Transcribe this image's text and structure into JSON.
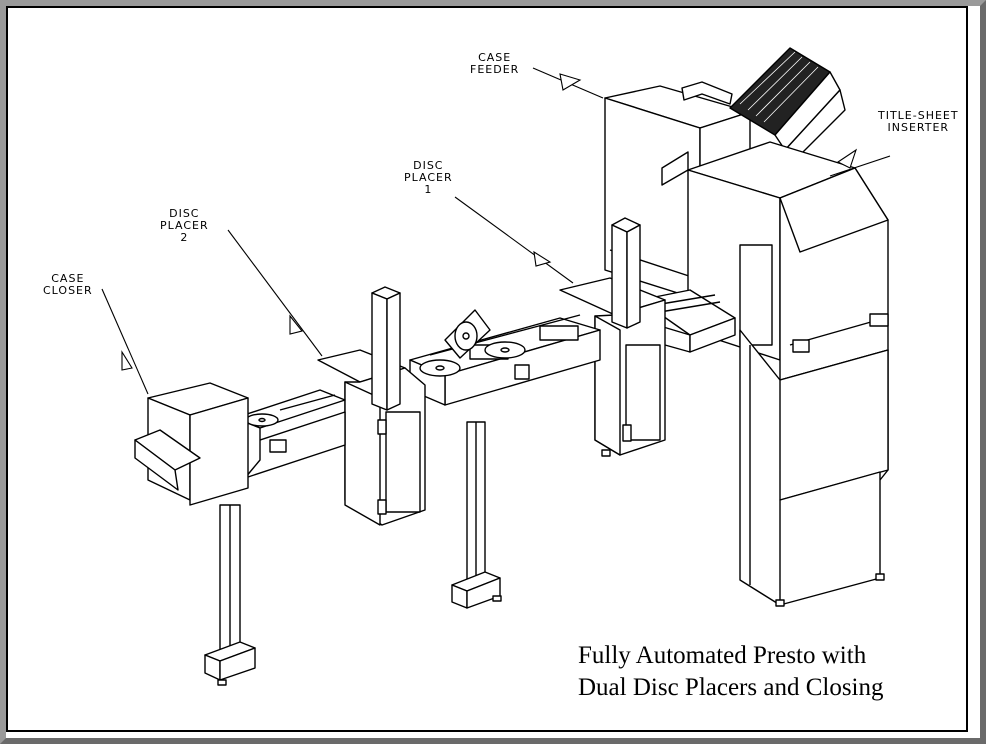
{
  "labels": {
    "case_feeder": [
      "CASE",
      "FEEDER"
    ],
    "title_sheet_inserter": [
      "TITLE-SHEET",
      "INSERTER"
    ],
    "disc_placer_1": [
      "DISC",
      "PLACER",
      "1"
    ],
    "disc_placer_2": [
      "DISC",
      "PLACER",
      "2"
    ],
    "case_closer": [
      "CASE",
      "CLOSER"
    ]
  },
  "caption": {
    "line1": "Fully Automated Presto with",
    "line2": "Dual Disc Placers and Closing"
  }
}
